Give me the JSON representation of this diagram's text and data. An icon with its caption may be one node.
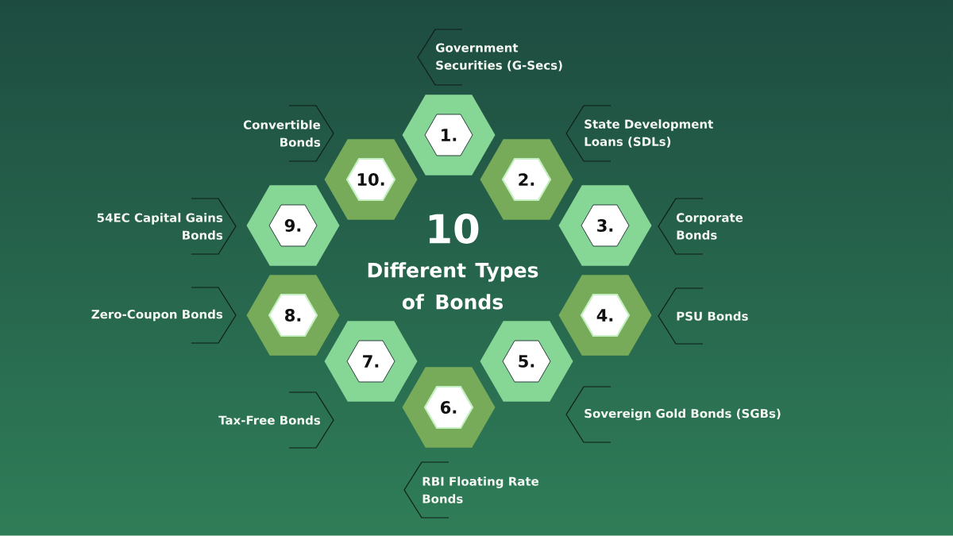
{
  "diagram": {
    "title": "Different Types of Bonds",
    "nodes": [
      {
        "text": [
          "1."
        ],
        "beside": [
          "Government Securities (G-Secs)"
        ]
      },
      {
        "text": [
          "2."
        ],
        "beside": [
          "State Development Loans (SDLs)"
        ]
      },
      {
        "text": [
          "3."
        ],
        "beside": [
          "Corporate Bonds"
        ]
      },
      {
        "text": [
          "4."
        ],
        "beside": [
          "PSU Bonds"
        ]
      },
      {
        "text": [
          "5."
        ],
        "beside": [
          "Sovereign Gold Bonds (SGBs)"
        ]
      },
      {
        "text": [
          "6."
        ],
        "beside": [
          "RBI Floating Rate Bonds"
        ]
      },
      {
        "text": [
          "7."
        ],
        "beside": [
          "Tax-Free Bonds"
        ]
      },
      {
        "text": [
          "8."
        ],
        "beside": [
          "Zero-Coupon Bonds"
        ]
      },
      {
        "text": [
          "9."
        ],
        "beside": [
          "54EC Capital Gains Bonds"
        ]
      },
      {
        "text": [
          "10."
        ],
        "beside": [
          "Convertible Bonds"
        ]
      }
    ],
    "labels": [
      "10"
    ]
  }
}
